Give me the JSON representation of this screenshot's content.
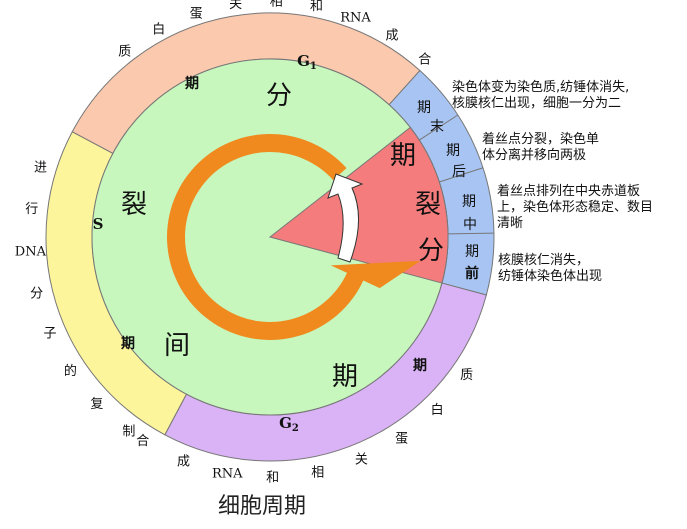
{
  "caption": "细胞周期",
  "outer_labels": {
    "g1_arc": [
      "质",
      "白",
      "蛋",
      "关",
      "相",
      "和",
      "RNA",
      "成",
      "合"
    ],
    "g1_name": "G",
    "g1_sub": "1",
    "g1_period": "期",
    "s_arc": [
      "进",
      "行",
      "DNA",
      "分",
      "子",
      "的",
      "复",
      "制"
    ],
    "s_name": "S",
    "s_period": "期",
    "g2_arc": [
      "合",
      "成",
      "RNA",
      "和",
      "相",
      "关",
      "蛋",
      "白",
      "质"
    ],
    "g2_name": "G",
    "g2_sub": "2",
    "g2_period": "期"
  },
  "phases": {
    "telophase": [
      "期",
      "末"
    ],
    "anaphase": [
      "期",
      "后"
    ],
    "metaphase": [
      "期",
      "中"
    ],
    "prophase": [
      "期",
      "前"
    ]
  },
  "inner": {
    "fen": "分",
    "lie": "裂",
    "jian": "间",
    "qi": "期",
    "wedge_qi": "期",
    "wedge_lie": "裂",
    "wedge_fen": "分"
  },
  "notes": {
    "telophase": [
      "染色体变为染色质,纺锤体消失,",
      "核膜核仁出现，细胞一分为二"
    ],
    "anaphase": [
      "着丝点分裂，染色单",
      "体分离并移向两极"
    ],
    "metaphase": [
      "着丝点排列在中央赤道板",
      "上，染色体形态稳定、数目",
      "清晰"
    ],
    "prophase": [
      "核膜核仁消失，",
      "纺锤体染色体出现"
    ]
  },
  "colors": {
    "g1": "#fbc9ad",
    "s": "#fdf59b",
    "g2": "#d9b3f5",
    "mitosis_outer": "#a7c4f2",
    "interphase": "#c7f7bd",
    "mitosis_wedge": "#f47c7c",
    "arrow_orange": "#f08a1e",
    "arrow_white": "#ffffff"
  }
}
